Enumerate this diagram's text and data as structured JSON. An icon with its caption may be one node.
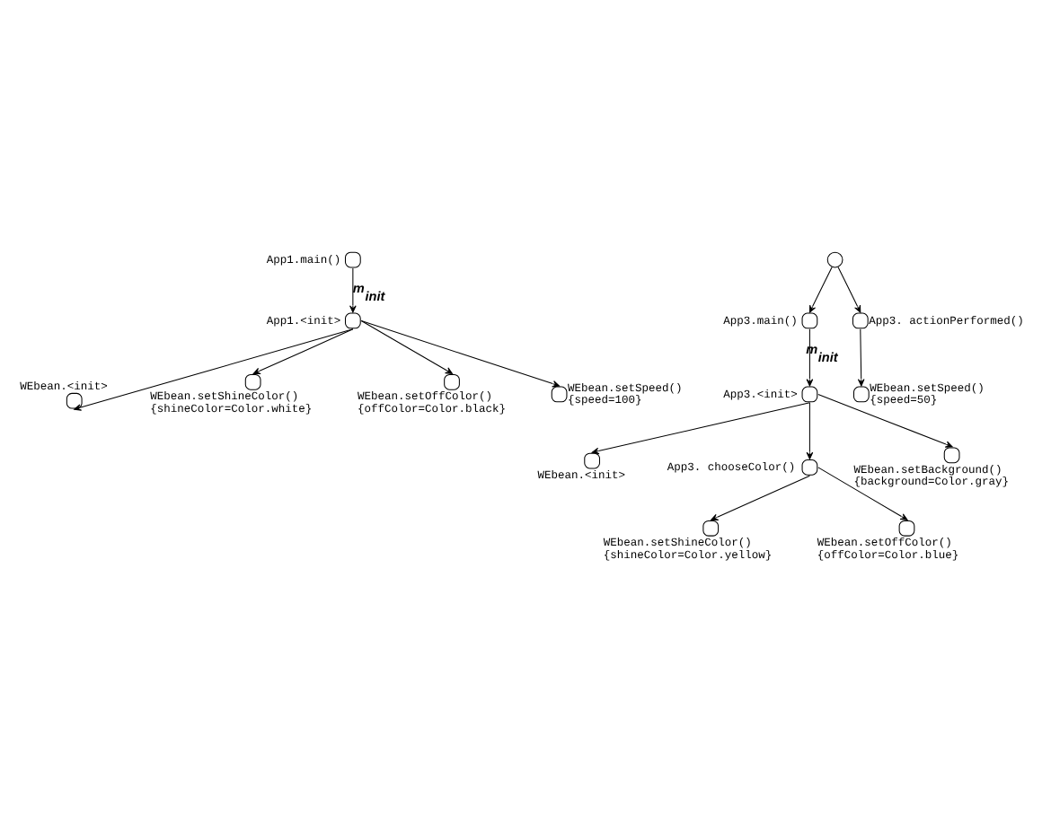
{
  "diagram": {
    "nodes": [
      {
        "text": [],
        "shape": "circle",
        "beside": [
          "App1.main()"
        ]
      },
      {
        "text": [],
        "shape": "circle",
        "beside": [
          "App1.<init>"
        ]
      },
      {
        "text": [],
        "shape": "circle",
        "beside": [
          "WEbean.<init>"
        ]
      },
      {
        "text": [],
        "shape": "circle",
        "beside": [
          "WEbean.setShineColor()",
          "{shineColor=Color.white}"
        ]
      },
      {
        "text": [],
        "shape": "circle",
        "beside": [
          "WEbean.setOffColor()",
          "{offColor=Color.black}"
        ]
      },
      {
        "text": [],
        "shape": "circle",
        "beside": [
          "WEbean.setSpeed()",
          "{speed=100}"
        ]
      },
      {
        "text": [],
        "shape": "circle"
      },
      {
        "text": [],
        "shape": "circle",
        "beside": [
          "App3.main()"
        ]
      },
      {
        "text": [],
        "shape": "circle",
        "beside": [
          "App3. actionPerformed()"
        ]
      },
      {
        "text": [],
        "shape": "circle",
        "beside": [
          "WEbean.setSpeed()",
          "{speed=50}"
        ]
      },
      {
        "text": [],
        "shape": "circle",
        "beside": [
          "App3.<init>"
        ]
      },
      {
        "text": [],
        "shape": "circle",
        "beside": [
          "WEbean.<init>"
        ]
      },
      {
        "text": [],
        "shape": "circle",
        "beside": [
          "App3. chooseColor()"
        ]
      },
      {
        "text": [],
        "shape": "circle",
        "beside": [
          "WEbean.setBackground()",
          "{background=Color.gray}"
        ]
      },
      {
        "text": [],
        "shape": "circle",
        "beside": [
          "WEbean.setShineColor()",
          "{shineColor=Color.yellow}"
        ]
      },
      {
        "text": [],
        "shape": "circle",
        "beside": [
          "WEbean.setOffColor()",
          "{offColor=Color.blue}"
        ]
      }
    ],
    "edges": [
      {
        "from": 0,
        "to": 1,
        "arrow": "to",
        "label": "m$_{init}$"
      },
      {
        "from": 1,
        "to": 2,
        "arrow": "to"
      },
      {
        "from": 1,
        "to": 3,
        "arrow": "to"
      },
      {
        "from": 1,
        "to": 4,
        "arrow": "to"
      },
      {
        "from": 1,
        "to": 5,
        "arrow": "to"
      },
      {
        "from": 6,
        "to": 7,
        "arrow": "to"
      },
      {
        "from": 6,
        "to": 8,
        "arrow": "to"
      },
      {
        "from": 8,
        "to": 9,
        "arrow": "to"
      },
      {
        "from": 7,
        "to": 10,
        "arrow": "to",
        "label": "m$_{init}$"
      },
      {
        "from": 10,
        "to": 11,
        "arrow": "to"
      },
      {
        "from": 10,
        "to": 12,
        "arrow": "to"
      },
      {
        "from": 10,
        "to": 13,
        "arrow": "to"
      },
      {
        "from": 12,
        "to": 14,
        "arrow": "to"
      },
      {
        "from": 12,
        "to": 15,
        "arrow": "to"
      }
    ]
  }
}
